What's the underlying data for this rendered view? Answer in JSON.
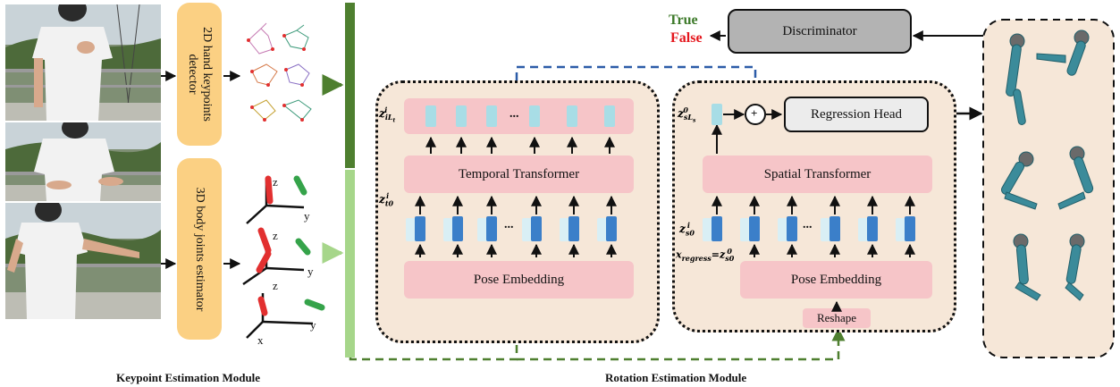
{
  "modules": {
    "keypoint": "Keypoint Estimation Module",
    "rotation": "Rotation Estimation Module"
  },
  "detectors": {
    "hand": "2D hand keypoints\ndetector",
    "body": "3D body joints estimator"
  },
  "axes": {
    "x": "x",
    "y": "y",
    "z": "z"
  },
  "temporal": {
    "transformer": "Temporal Transformer",
    "embedding": "Pose Embedding",
    "ellipsis": "...",
    "top_label": "z",
    "top_sup": "i",
    "top_sub": "iL",
    "top_sub2": "t",
    "bottom_label": "z",
    "bottom_sup": "i",
    "bottom_sub": "t0"
  },
  "spatial": {
    "transformer": "Spatial Transformer",
    "embedding": "Pose Embedding",
    "reshape": "Reshape",
    "ellipsis": "...",
    "plus": "+",
    "top_label": "z",
    "top_sup": "0",
    "top_sub": "sL",
    "top_sub2": "s",
    "bottom_label": "z",
    "bottom_sup": "i",
    "bottom_sub": "s0",
    "regress_eq": "x",
    "regress_sub": "regress",
    "regress_rhs": "=z",
    "regress_rhs_sup": "0",
    "regress_rhs_sub": "s0"
  },
  "regression_head": "Regression Head",
  "discriminator": "Discriminator",
  "verdict": {
    "true": "True",
    "false": "False"
  },
  "colors": {
    "true": "#3d7a2a",
    "false": "#e4161c",
    "dark_green": "#4e7f2f",
    "light_green": "#a6d68a",
    "orange_box": "#fbd083",
    "tan_box": "#f6e7d8",
    "pink_bar": "#f6c5c8",
    "token_light": "#a8dde6",
    "token_blue": "#3b7fc9",
    "dash_blue": "#2c5ca8",
    "dash_green": "#4e7f2f",
    "arm_teal": "#3b8b9a"
  }
}
